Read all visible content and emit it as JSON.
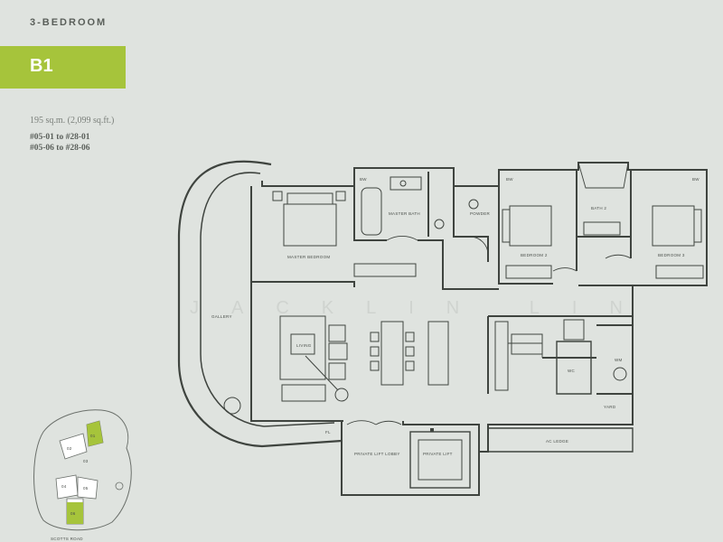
{
  "header": {
    "category": "3-BEDROOM",
    "unit_type": "B1",
    "area": "195 sq.m. (2,099 sq.ft.)",
    "unit_numbers": [
      "#05-01 to #28-01",
      "#05-06 to #28-06"
    ]
  },
  "watermark": "JACKLIN LIN",
  "rooms": {
    "master_bedroom": "MASTER BEDROOM",
    "master_bath": "MASTER BATH",
    "powder": "POWDER",
    "bath_2": "BATH 2",
    "bedroom_2": "BEDROOM 2",
    "bedroom_3": "BEDROOM 3",
    "gallery": "GALLERY",
    "living": "LIVING",
    "yard": "YARD",
    "ac_ledge": "AC LEDGE",
    "private_lift_lobby": "PRIVATE LIFT LOBBY",
    "private_lift": "PRIVATE LIFT",
    "wc": "WC",
    "wm": "WM",
    "bw": "BW",
    "fl": "FL"
  },
  "keyplan": {
    "units": [
      "01",
      "02",
      "03",
      "04",
      "05",
      "06"
    ],
    "highlight_color": "#a6c43b",
    "road": "SCOTTS ROAD"
  },
  "colors": {
    "accent": "#a6c43b",
    "background": "#dfe3df",
    "lines": "#3f443f"
  }
}
